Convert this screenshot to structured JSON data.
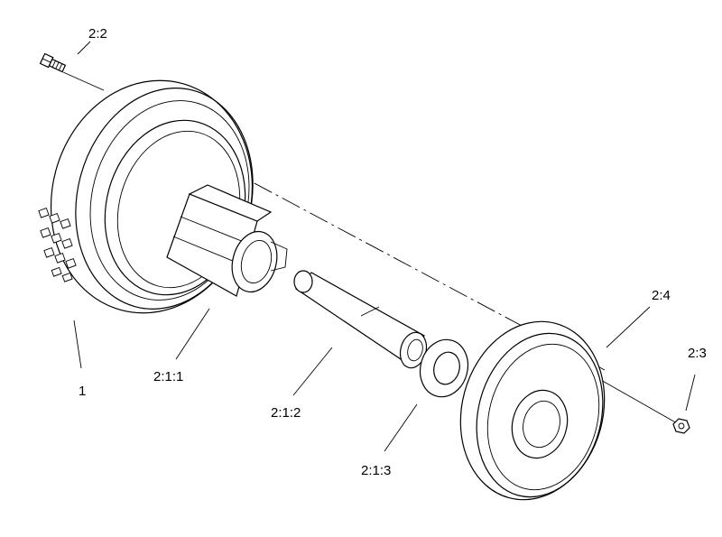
{
  "callouts": {
    "tire": "1",
    "hub": "2:1:1",
    "spacer_tube": "2:1:2",
    "washer": "2:1:3",
    "bolt": "2:2",
    "nut": "2:3",
    "wheel_half": "2:4"
  }
}
